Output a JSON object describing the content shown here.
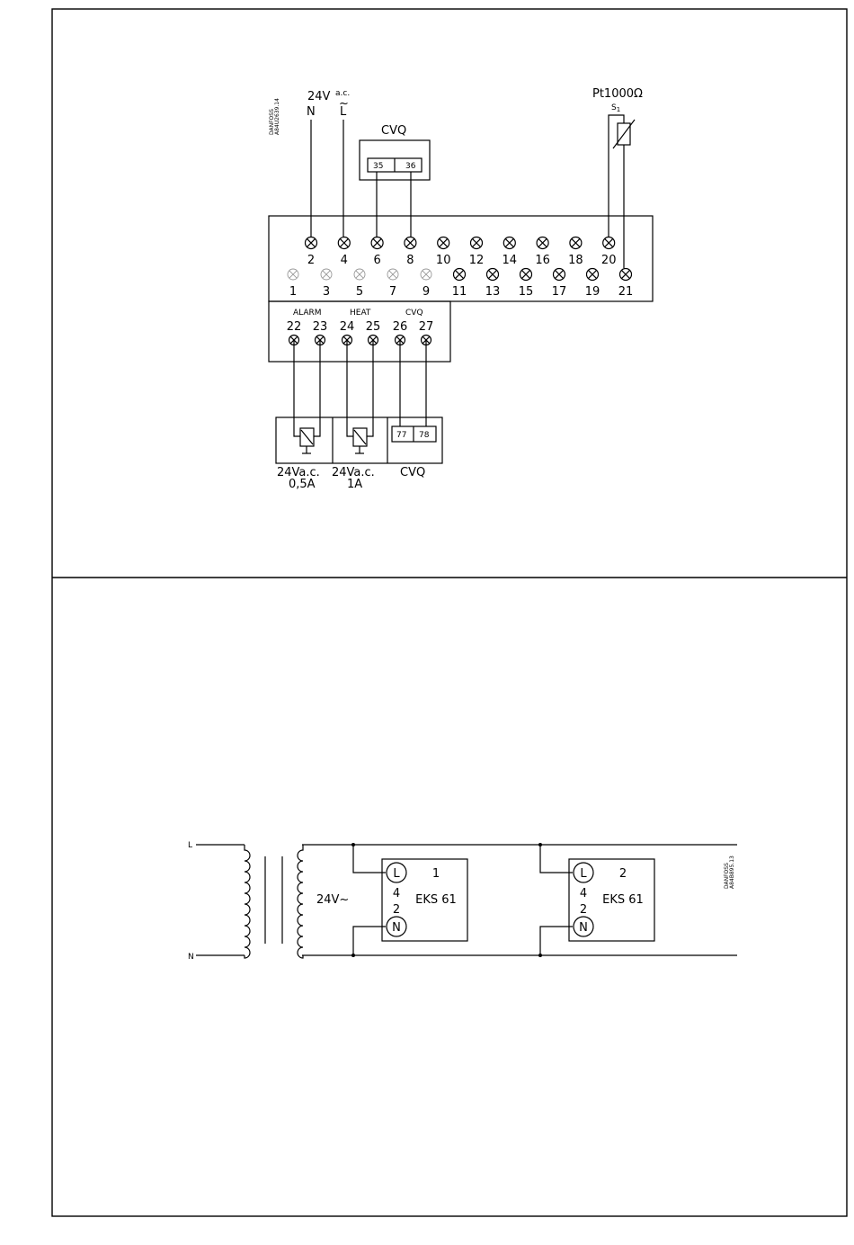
{
  "top_diagram": {
    "ref_code": "DANFOSS\nA84U2639.14",
    "supply": {
      "voltage": "24V",
      "type": "a.c.",
      "neutral": "N",
      "line": "L"
    },
    "cvq_top": {
      "label": "CVQ",
      "terminals": [
        "35",
        "36"
      ]
    },
    "sensor": {
      "label": "Pt1000Ω",
      "id": "S1"
    },
    "top_row_terminals": [
      "2",
      "4",
      "6",
      "8",
      "10",
      "12",
      "14",
      "16",
      "18",
      "20"
    ],
    "bottom_row_terminals": [
      "1",
      "3",
      "5",
      "7",
      "9",
      "11",
      "13",
      "15",
      "17",
      "19",
      "21"
    ],
    "bottom_row_disabled": [
      "1",
      "3",
      "5",
      "7",
      "9"
    ],
    "relay_block": {
      "groups": [
        {
          "label": "ALARM",
          "terminals": [
            "22",
            "23"
          ]
        },
        {
          "label": "HEAT",
          "terminals": [
            "24",
            "25"
          ]
        },
        {
          "label": "CVQ",
          "terminals": [
            "26",
            "27"
          ]
        }
      ]
    },
    "loads": [
      {
        "line1": "24Va.c.",
        "line2": "0,5A"
      },
      {
        "line1": "24Va.c.",
        "line2": "1A"
      },
      {
        "line1": "CVQ",
        "terminals": [
          "77",
          "78"
        ]
      }
    ]
  },
  "bottom_diagram": {
    "ref_code": "DANFOSS\nA84B895.13",
    "primary": {
      "line": "L",
      "neutral": "N"
    },
    "secondary_voltage": "24V~",
    "units": [
      {
        "number": "1",
        "model": "EKS 61",
        "l_label": "L",
        "n_label": "N",
        "l_terminal": "4",
        "n_terminal": "2"
      },
      {
        "number": "2",
        "model": "EKS 61",
        "l_label": "L",
        "n_label": "N",
        "l_terminal": "4",
        "n_terminal": "2"
      }
    ]
  }
}
